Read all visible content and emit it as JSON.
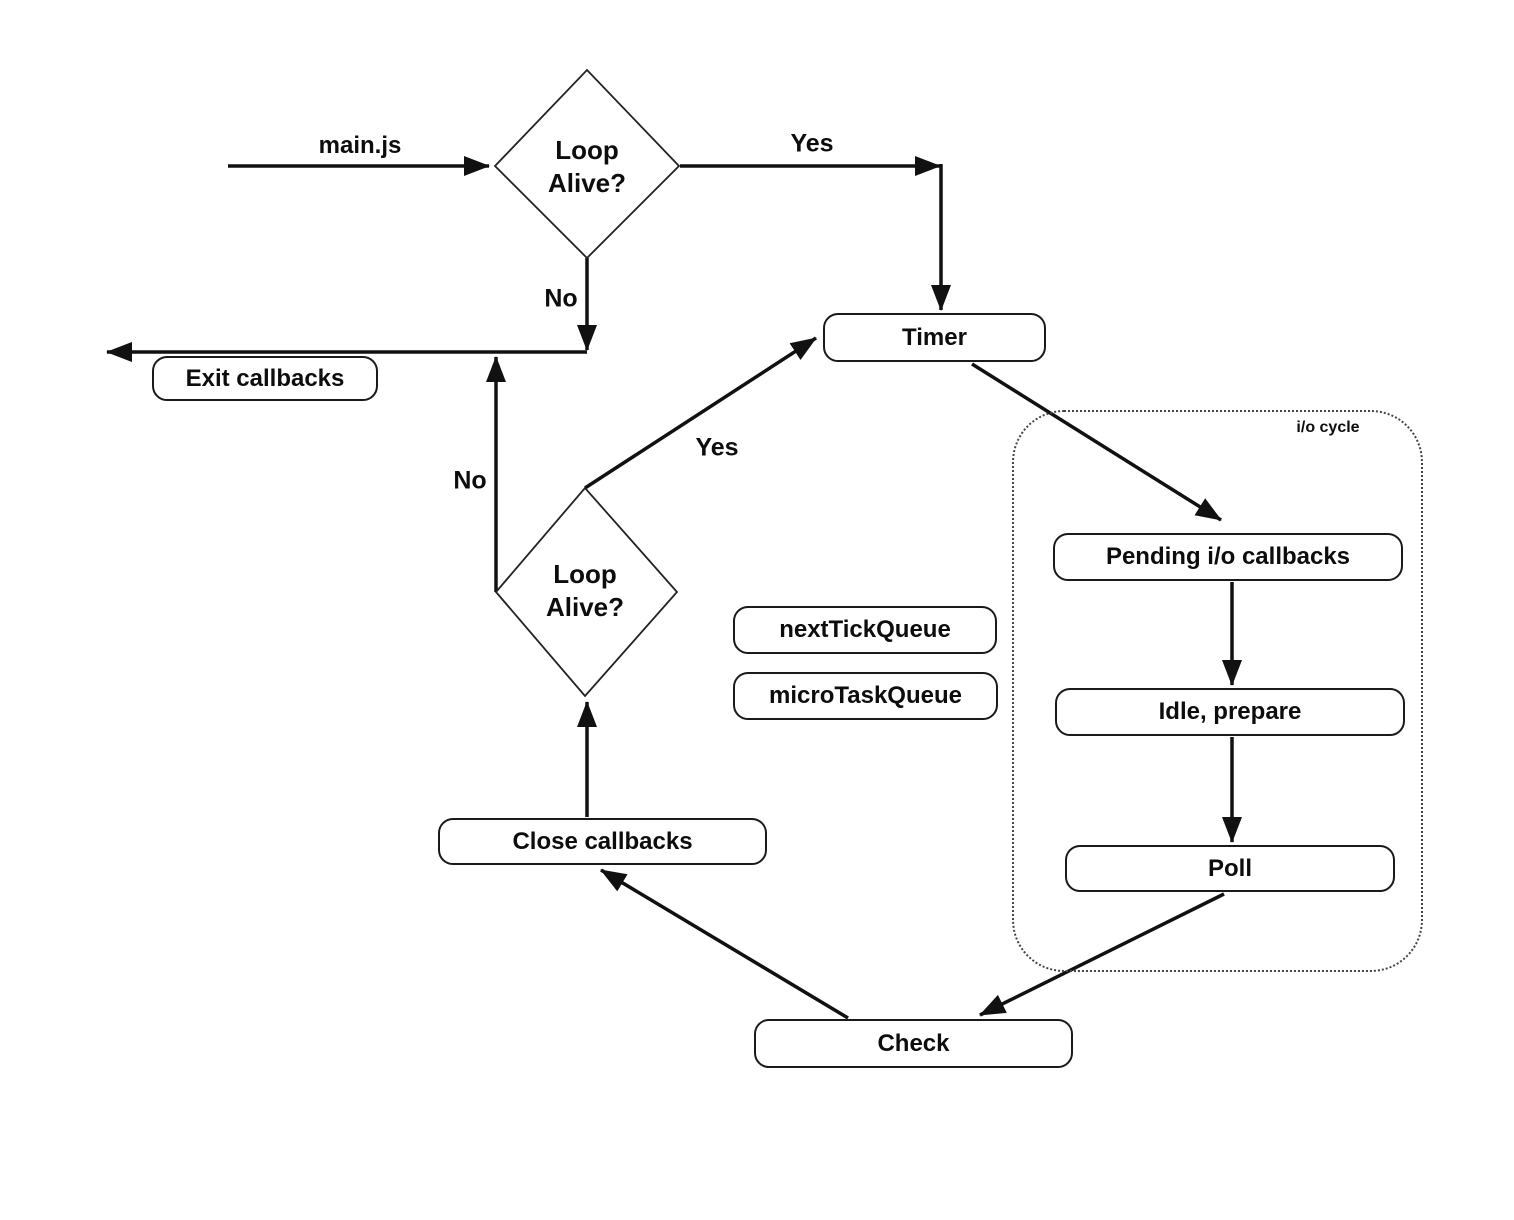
{
  "colors": {
    "background": "#ffffff",
    "line": "#111111",
    "box_border": "#1a1a1a",
    "text": "#0d0d0d",
    "container_border": "#444444"
  },
  "labels": {
    "main_js": "main.js",
    "yes_top": "Yes",
    "no_top": "No",
    "yes_mid": "Yes",
    "no_mid": "No",
    "io_cycle": "i/o cycle"
  },
  "decisions": {
    "top": {
      "line1": "Loop",
      "line2": "Alive?"
    },
    "bottom": {
      "line1": "Loop",
      "line2": "Alive?"
    }
  },
  "nodes": {
    "exit_callbacks": "Exit callbacks",
    "timer": "Timer",
    "pending_io_callbacks": "Pending i/o callbacks",
    "idle_prepare": "Idle, prepare",
    "poll": "Poll",
    "check": "Check",
    "close_callbacks": "Close callbacks",
    "next_tick_queue": "nextTickQueue",
    "micro_task_queue": "microTaskQueue"
  }
}
